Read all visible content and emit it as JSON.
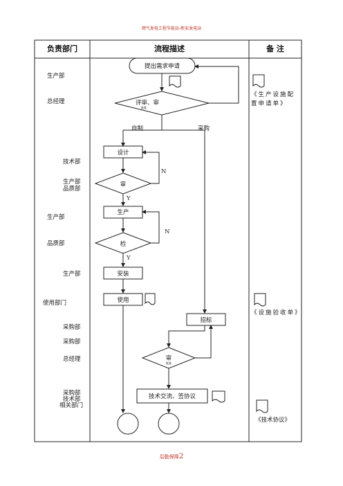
{
  "header_note": "燃气发电工程节能站-新安发电站",
  "footer_note": {
    "label": "后勤保障",
    "page": "2"
  },
  "table": {
    "col_dept": "负责部门",
    "col_flow": "流程描述",
    "col_remark": "备 注"
  },
  "departments": [
    "生产部",
    "总经理",
    "技术部",
    "生产部",
    "品质部",
    "生产部",
    "品质部",
    "生产部",
    "使用部门",
    "采购部",
    "采购部",
    "总经理",
    "采购部",
    "技术部",
    "相关部门"
  ],
  "flow": {
    "start": "提出需求申请",
    "review1": "评审、审",
    "review1_small": "批准",
    "branch_self": "自制",
    "branch_buy": "采购",
    "design": "设计",
    "audit": "审",
    "audit_n": "N",
    "audit_y": "Y",
    "produce": "生产",
    "inspect": "检",
    "inspect_n": "N",
    "inspect_y": "Y",
    "install": "安装",
    "use": "使用",
    "tender": "招标",
    "review2": "审",
    "review2_small": "批准",
    "agreement": "技术交流、签协议"
  },
  "remarks": [
    "《生产设施配置申请单》",
    "《设施验收单》",
    "《技术协议》"
  ]
}
